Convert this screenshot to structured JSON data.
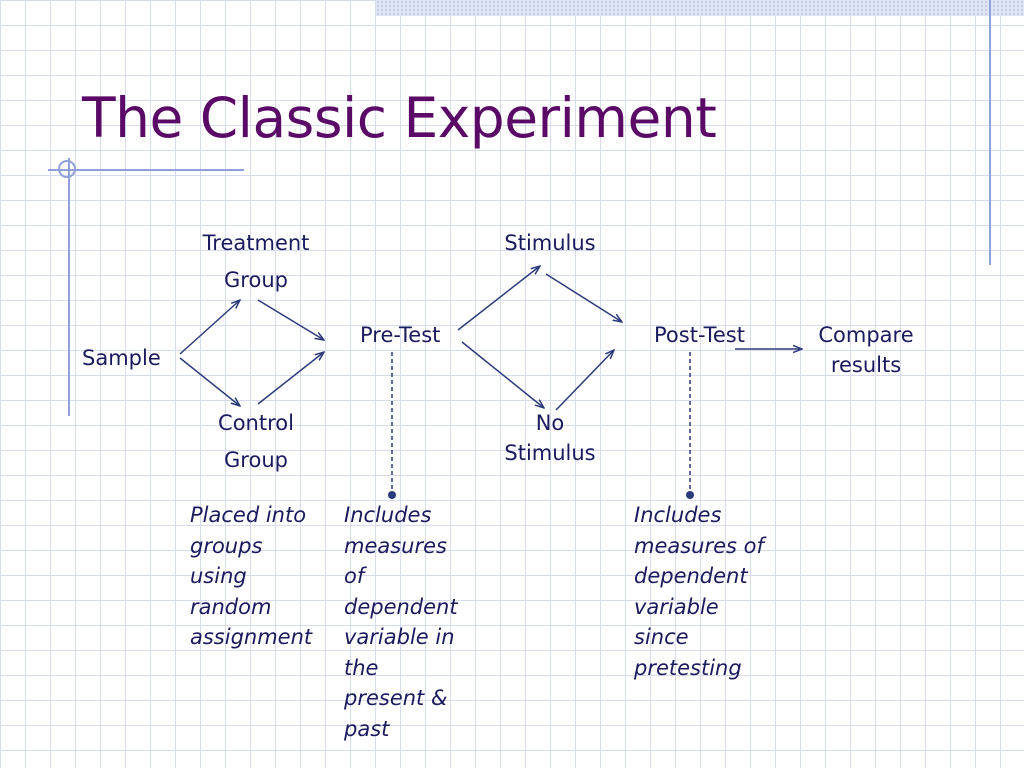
{
  "slide": {
    "title": "The Classic Experiment"
  },
  "diagram": {
    "sample": "Sample",
    "treatment_line1": "Treatment",
    "treatment_line2": "Group",
    "control_line1": "Control",
    "control_line2": "Group",
    "pretest": "Pre-Test",
    "stimulus": "Stimulus",
    "no_stimulus_line1": "No",
    "no_stimulus_line2": "Stimulus",
    "posttest": "Post-Test",
    "compare_line1": "Compare",
    "compare_line2": "results"
  },
  "notes": {
    "assignment": [
      "Placed  into",
      "groups",
      "using",
      "random",
      "assignment"
    ],
    "pretest": [
      "Includes",
      "measures",
      "of",
      "dependent",
      "variable in",
      "the",
      "present &",
      "past"
    ],
    "posttest": [
      "Includes",
      "measures of",
      "dependent",
      "variable",
      "since",
      "pretesting"
    ]
  },
  "colors": {
    "title": "#5a0a66",
    "text": "#1a1a5e",
    "arrows": "#2b3a7a",
    "accent_lines": "#8fa1d8"
  }
}
